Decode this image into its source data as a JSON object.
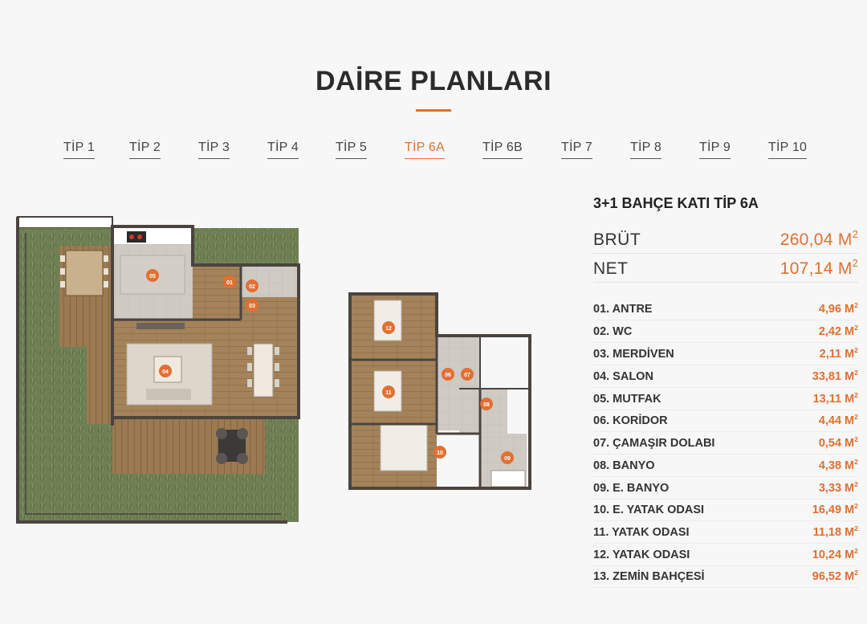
{
  "page": {
    "title": "DAİRE PLANLARI"
  },
  "tabs": [
    {
      "label": "TİP 1",
      "active": false
    },
    {
      "label": "TİP 2",
      "active": false
    },
    {
      "label": "TİP 3",
      "active": false
    },
    {
      "label": "TİP 4",
      "active": false
    },
    {
      "label": "TİP 5",
      "active": false
    },
    {
      "label": "TİP 6A",
      "active": true
    },
    {
      "label": "TİP 6B",
      "active": false
    },
    {
      "label": "TİP 7",
      "active": false
    },
    {
      "label": "TİP 8",
      "active": false
    },
    {
      "label": "TİP 9",
      "active": false
    },
    {
      "label": "TİP 10",
      "active": false
    }
  ],
  "info": {
    "title": "3+1 BAHÇE KATI TİP 6A",
    "brut_label": "BRÜT",
    "brut_value": "260,04 M",
    "net_label": "NET",
    "net_value": "107,14 M",
    "unit_sup": "2"
  },
  "rooms": [
    {
      "label": "01. ANTRE",
      "value": "4,96 M"
    },
    {
      "label": "02. WC",
      "value": "2,42 M"
    },
    {
      "label": "03. MERDİVEN",
      "value": "2,11 M"
    },
    {
      "label": "04. SALON",
      "value": "33,81 M"
    },
    {
      "label": "05. MUTFAK",
      "value": "13,11 M"
    },
    {
      "label": "06. KORİDOR",
      "value": "4,44 M"
    },
    {
      "label": "07. ÇAMAŞIR DOLABI",
      "value": "0,54 M"
    },
    {
      "label": "08. BANYO",
      "value": "4,38 M"
    },
    {
      "label": "09. E. BANYO",
      "value": "3,33 M"
    },
    {
      "label": "10. E. YATAK ODASI",
      "value": "16,49 M"
    },
    {
      "label": "11. YATAK ODASI",
      "value": "11,18 M"
    },
    {
      "label": "12. YATAK ODASI",
      "value": "10,24 M"
    },
    {
      "label": "13. ZEMİN BAHÇESİ",
      "value": "96,52 M"
    }
  ],
  "plan_markers": {
    "m01": "01",
    "m02": "02",
    "m03": "03",
    "m04": "04",
    "m05": "05",
    "m06": "06",
    "m07": "07",
    "m08": "08",
    "m09": "09",
    "m10": "10",
    "m11": "11",
    "m12": "12"
  },
  "colors": {
    "accent": "#e07033",
    "grass": "#6f8054",
    "wood": "#a4835a",
    "wall": "#4a4440",
    "floor_tile": "#cfcac3"
  }
}
